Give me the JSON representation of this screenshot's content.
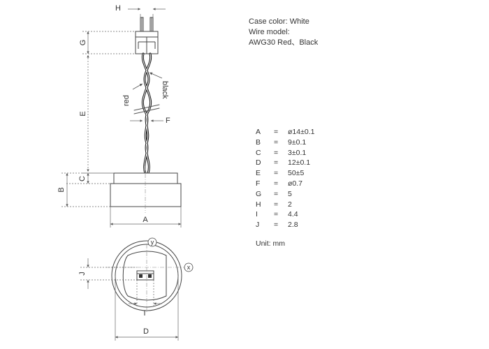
{
  "info": {
    "case_color": "Case color: White",
    "wire_model_label": "Wire model:",
    "wire_model_value": "AWG30 Red、Black"
  },
  "wire_labels": {
    "red": "red",
    "black": "black"
  },
  "dimension_letters": {
    "A": "A",
    "B": "B",
    "C": "C",
    "D": "D",
    "E": "E",
    "F": "F",
    "G": "G",
    "H": "H",
    "I": "I",
    "J": "J"
  },
  "axis_labels": {
    "x": "x",
    "y": "y"
  },
  "specs": [
    {
      "key": "A",
      "eq": "=",
      "value": "ø14±0.1"
    },
    {
      "key": "B",
      "eq": "=",
      "value": "9±0.1"
    },
    {
      "key": "C",
      "eq": "=",
      "value": "3±0.1"
    },
    {
      "key": "D",
      "eq": "=",
      "value": "12±0.1"
    },
    {
      "key": "E",
      "eq": "=",
      "value": "50±5"
    },
    {
      "key": "F",
      "eq": "=",
      "value": "ø0.7"
    },
    {
      "key": "G",
      "eq": "=",
      "value": "5"
    },
    {
      "key": "H",
      "eq": "=",
      "value": "2"
    },
    {
      "key": "I",
      "eq": "=",
      "value": "4.4"
    },
    {
      "key": "J",
      "eq": "=",
      "value": "2.8"
    }
  ],
  "unit": "Unit: mm",
  "colors": {
    "line": "#444444",
    "dim": "#777777",
    "text": "#333333"
  }
}
